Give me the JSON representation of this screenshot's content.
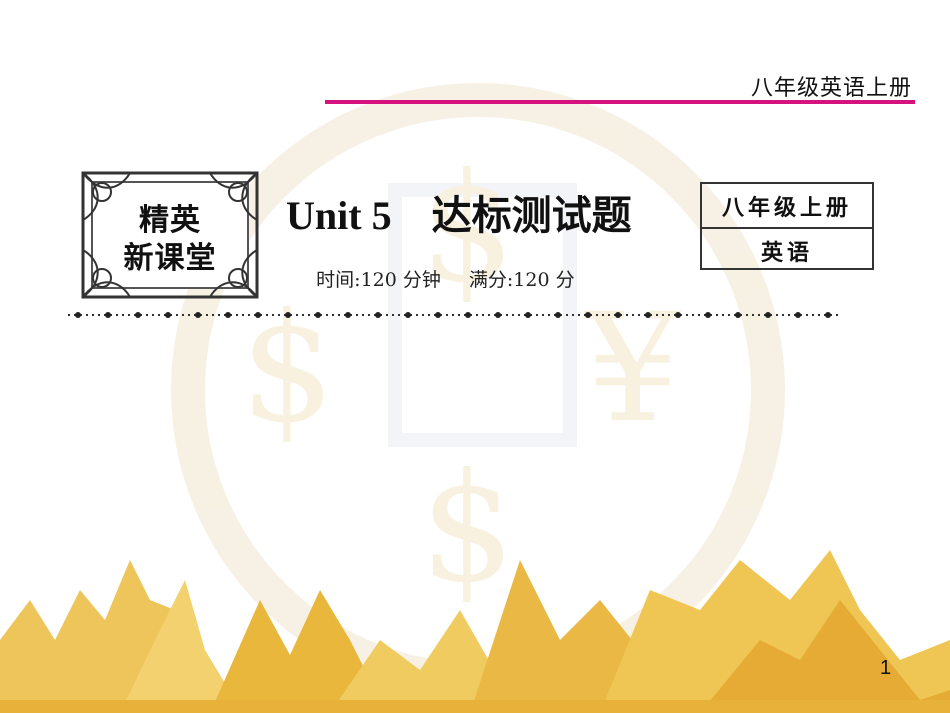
{
  "header": {
    "subject_title": "八年级英语上册"
  },
  "badge": {
    "line1": "精英",
    "line2": "新课堂"
  },
  "unit": {
    "title": "Unit 5    达标测试题"
  },
  "meta": {
    "time_label": "时间:120 分钟",
    "score_label": "满分:120 分"
  },
  "grade_box": {
    "top": "八年级上册",
    "bottom": "英语"
  },
  "page": {
    "number": "1"
  },
  "colors": {
    "accent_rule": "#d6127e",
    "mountain_gold": "#e7b53a",
    "watermark": "#f3e9d2"
  }
}
